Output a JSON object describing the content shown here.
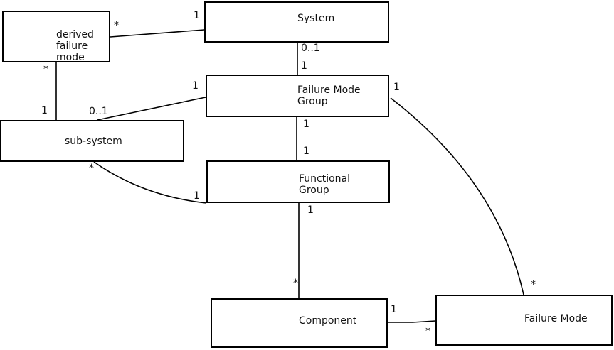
{
  "diagram": {
    "colors": {
      "background": "#ffffff",
      "box_fill": "#ffffff",
      "box_border": "#000000",
      "line": "#000000",
      "text": "#111111"
    },
    "nodes": [
      {
        "id": "derived-failure-mode",
        "label": "derived\nfailure\nmode"
      },
      {
        "id": "system",
        "label": "System"
      },
      {
        "id": "failure-mode-group",
        "label": "Failure Mode\nGroup"
      },
      {
        "id": "sub-system",
        "label": "sub-system"
      },
      {
        "id": "functional-group",
        "label": "Functional\nGroup"
      },
      {
        "id": "component",
        "label": "Component"
      },
      {
        "id": "failure-mode",
        "label": "Failure Mode"
      }
    ],
    "edges": [
      {
        "from": "derived-failure-mode",
        "to": "system",
        "from_label": "*",
        "to_label": "1"
      },
      {
        "from": "derived-failure-mode",
        "to": "sub-system",
        "from_label": "*",
        "to_label": "1"
      },
      {
        "from": "system",
        "to": "failure-mode-group",
        "from_label": "0..1",
        "to_label": "1"
      },
      {
        "from": "failure-mode-group",
        "to": "sub-system",
        "from_label": "1",
        "to_label": "0..1"
      },
      {
        "from": "failure-mode-group",
        "to": "functional-group",
        "from_label": "1",
        "to_label": "1"
      },
      {
        "from": "sub-system",
        "to": "functional-group",
        "from_label": "*",
        "to_label": "1"
      },
      {
        "from": "functional-group",
        "to": "component",
        "from_label": "1",
        "to_label": "*"
      },
      {
        "from": "component",
        "to": "failure-mode",
        "from_label": "1",
        "to_label": "*"
      },
      {
        "from": "failure-mode-group",
        "to": "failure-mode",
        "from_label": "1",
        "to_label": "*"
      }
    ]
  }
}
